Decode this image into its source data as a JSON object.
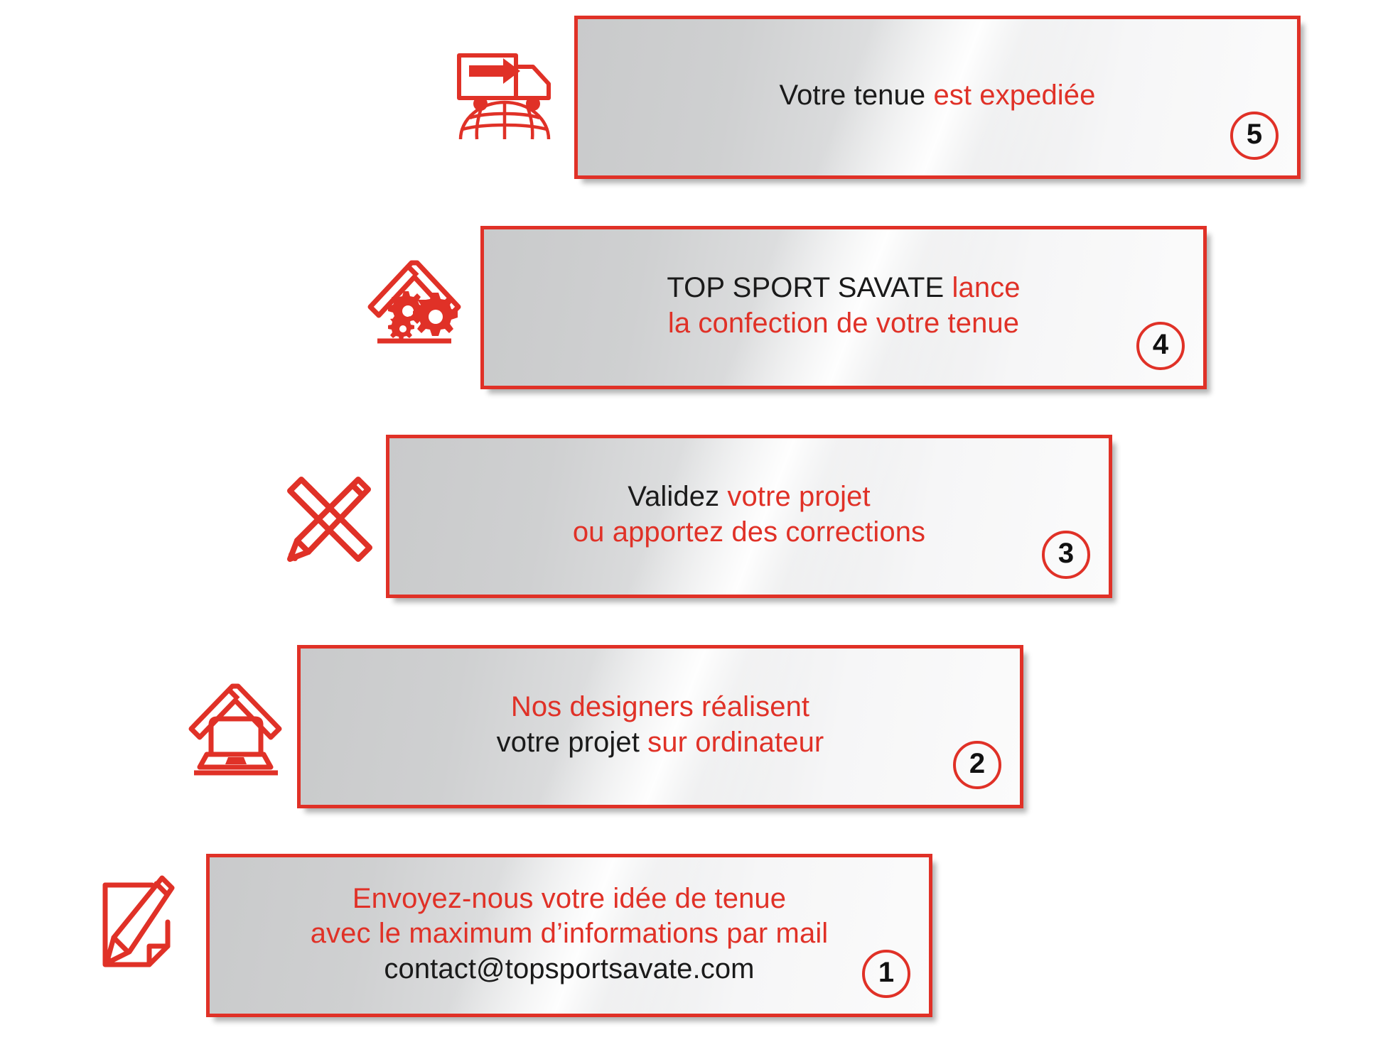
{
  "colors": {
    "accent_red": "#E03127",
    "text_black": "#1a1a1a",
    "bar_fill_light": "#f6f6f7",
    "bar_fill_dark": "#c9cacb",
    "page_background": "#ffffff"
  },
  "steps": [
    {
      "number": "5",
      "icon": "delivery-truck-globe-icon",
      "lines": [
        {
          "segments": [
            {
              "text": "Votre tenue ",
              "color": "black"
            },
            {
              "text": "est expediée",
              "color": "red"
            }
          ]
        }
      ]
    },
    {
      "number": "4",
      "icon": "workshop-roof-gears-icon",
      "lines": [
        {
          "segments": [
            {
              "text": "TOP SPORT SAVATE ",
              "color": "black"
            },
            {
              "text": "lance",
              "color": "red"
            }
          ]
        },
        {
          "segments": [
            {
              "text": "la confection de votre tenue",
              "color": "red"
            }
          ]
        }
      ]
    },
    {
      "number": "3",
      "icon": "ruler-pencil-icon",
      "lines": [
        {
          "segments": [
            {
              "text": "Validez ",
              "color": "black"
            },
            {
              "text": "votre projet",
              "color": "red"
            }
          ]
        },
        {
          "segments": [
            {
              "text": "ou apportez des corrections",
              "color": "red"
            }
          ]
        }
      ]
    },
    {
      "number": "2",
      "icon": "roof-laptop-icon",
      "lines": [
        {
          "segments": [
            {
              "text": "Nos designers réalisent",
              "color": "red"
            }
          ]
        },
        {
          "segments": [
            {
              "text": "votre projet ",
              "color": "black"
            },
            {
              "text": "sur ordinateur",
              "color": "red"
            }
          ]
        }
      ]
    },
    {
      "number": "1",
      "icon": "document-pencil-icon",
      "lines": [
        {
          "segments": [
            {
              "text": "Envoyez-nous votre idée de tenue",
              "color": "red"
            }
          ]
        },
        {
          "segments": [
            {
              "text": "avec le maximum d’informations par mail",
              "color": "red"
            }
          ]
        },
        {
          "segments": [
            {
              "text": "contact@topsportsavate.com",
              "color": "black"
            }
          ]
        }
      ]
    }
  ]
}
